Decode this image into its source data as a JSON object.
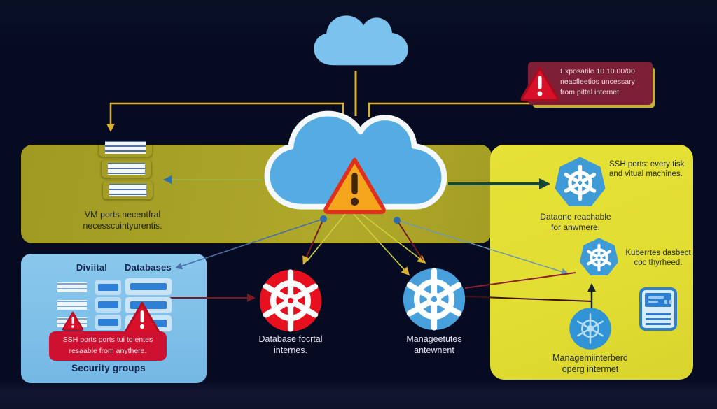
{
  "alert_callout": {
    "icon": "warning-triangle",
    "lines": [
      "Exposatile 10 10.00/00",
      "neacfleetios uncessary",
      "from pittal internet."
    ]
  },
  "vm_band": {
    "label": [
      "VM ports necentfral",
      "necesscuintyurentis."
    ]
  },
  "security_panel": {
    "headers": [
      "Diviital",
      "Databases"
    ],
    "banner": [
      "SSH ports ports tui to entes",
      "resaable from anythere."
    ],
    "caption": "Security groups"
  },
  "red_wheel_label": [
    "Database focrtal",
    "internes."
  ],
  "blue_wheel_label": [
    "Manageetutes",
    "antewnent"
  ],
  "right_panel": {
    "k8s_top_text": [
      "SSH ports: every tisk",
      "and vitual machines."
    ],
    "k8s_top_caption": [
      "Dataone reachable",
      "for anwmere."
    ],
    "k8s_mid_text": [
      "Kuberrtes dasbect",
      "coc thyrheed."
    ],
    "mgmt_caption": [
      "Managemiinterberd",
      "operg intermet"
    ]
  },
  "colors": {
    "background": "#070b22",
    "olive_band": "#a6a028",
    "yellow_panel": "#e3de34",
    "blue_panel": "#7fc0e8",
    "cloud_blue": "#54ace2",
    "alert_bg": "#7d2037",
    "warning_orange": "#f6a61c",
    "alert_red": "#d8102a",
    "k8s_blue": "#3f9ad8",
    "red_wheel": "#e8101f",
    "blue_wheel": "#47a0dc",
    "line_yellow": "#d9b232",
    "line_dark_red": "#7a1a20",
    "arrow_teal": "#16453c"
  }
}
